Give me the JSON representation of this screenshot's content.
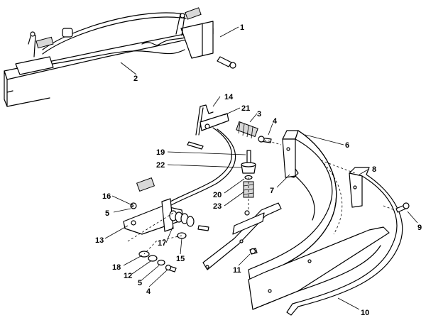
{
  "callouts": [
    {
      "id": "c1",
      "label": "1"
    },
    {
      "id": "c2",
      "label": "2"
    },
    {
      "id": "c3",
      "label": "3"
    },
    {
      "id": "c4a",
      "label": "4"
    },
    {
      "id": "c4b",
      "label": "4"
    },
    {
      "id": "c5a",
      "label": "5"
    },
    {
      "id": "c5b",
      "label": "5"
    },
    {
      "id": "c6",
      "label": "6"
    },
    {
      "id": "c7",
      "label": "7"
    },
    {
      "id": "c8",
      "label": "8"
    },
    {
      "id": "c9",
      "label": "9"
    },
    {
      "id": "c10",
      "label": "10"
    },
    {
      "id": "c11",
      "label": "11"
    },
    {
      "id": "c12",
      "label": "12"
    },
    {
      "id": "c13",
      "label": "13"
    },
    {
      "id": "c14",
      "label": "14"
    },
    {
      "id": "c15",
      "label": "15"
    },
    {
      "id": "c16",
      "label": "16"
    },
    {
      "id": "c17",
      "label": "17"
    },
    {
      "id": "c18",
      "label": "18"
    },
    {
      "id": "c19",
      "label": "19"
    },
    {
      "id": "c20",
      "label": "20"
    },
    {
      "id": "c21",
      "label": "21"
    },
    {
      "id": "c22",
      "label": "22"
    },
    {
      "id": "c23",
      "label": "23"
    }
  ]
}
